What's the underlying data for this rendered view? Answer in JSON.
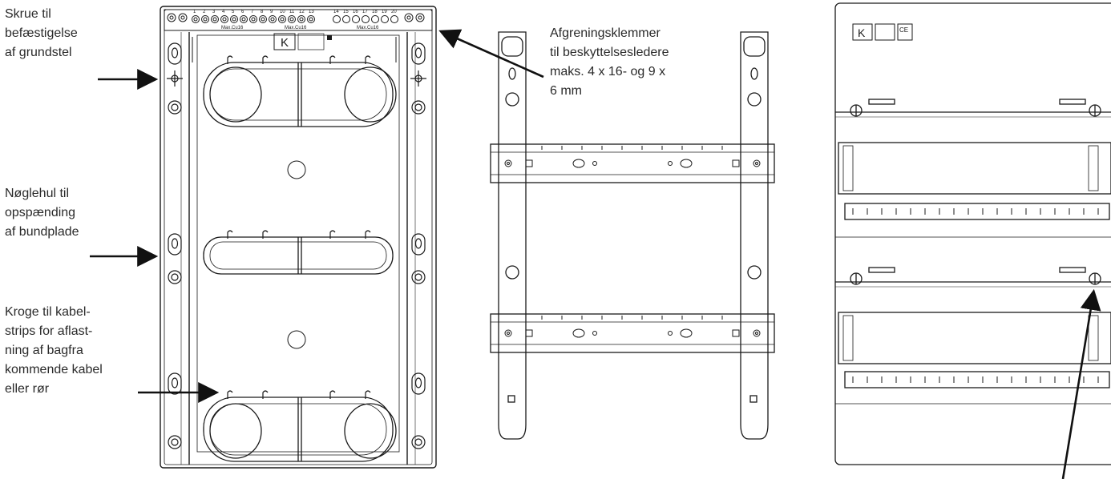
{
  "labels": {
    "screw": "Skrue til\nbefæstigelse\naf grundstel",
    "keyhole": "Nøglehul til\nopspænding\naf bundplade",
    "hooks": "Kroge til kabel-\nstrips for aflast-\nning af bagfra\nkommende kabel\neller rør",
    "terminals": "Afgreningsklemmer\ntil beskyttelsesledere\nmaks. 4 x 16- og 9 x\n6 mm"
  },
  "terminal_strip": {
    "numbers_left": [
      "1",
      "2",
      "3",
      "4",
      "5",
      "6",
      "7",
      "8",
      "9",
      "10",
      "11",
      "12",
      "13"
    ],
    "numbers_right": [
      "14",
      "15",
      "16",
      "17",
      "18",
      "19",
      "20"
    ],
    "spec": "Max.Cu16"
  },
  "brand_mark": "K",
  "cover_marks": [
    "K",
    "CE"
  ],
  "colors": {
    "line": "#1a1a1a",
    "text": "#2a2a2a",
    "background": "#ffffff"
  }
}
